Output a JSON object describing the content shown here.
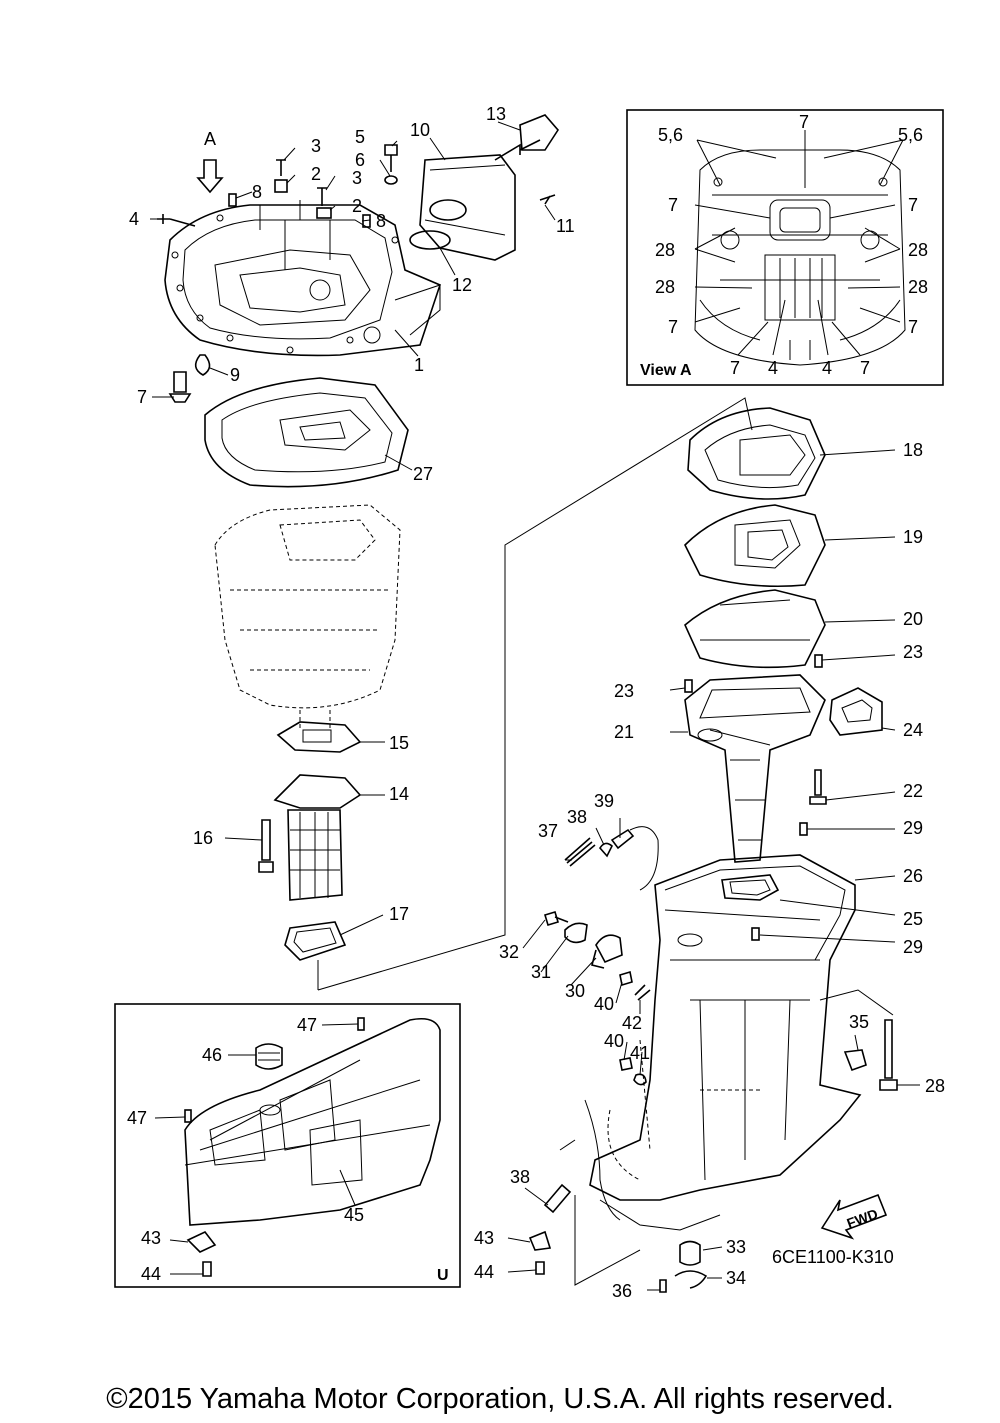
{
  "diagram": {
    "view_arrow_label": "A",
    "inset_view_a": {
      "title": "View A",
      "labels": {
        "a56_left": "5,6",
        "a56_right": "5,6",
        "a7_top": "7",
        "a7_l1": "7",
        "a7_r1": "7",
        "a28_l1": "28",
        "a28_r1": "28",
        "a28_l2": "28",
        "a28_r2": "28",
        "a7_l2": "7",
        "a7_r2": "7",
        "a7_b1": "7",
        "a4_b1": "4",
        "a4_b2": "4",
        "a7_b2": "7"
      }
    },
    "labels": {
      "p1": "1",
      "p2a": "2",
      "p2b": "2",
      "p3a": "3",
      "p3b": "3",
      "p4": "4",
      "p5": "5",
      "p6": "6",
      "p7": "7",
      "p8a": "8",
      "p8b": "8",
      "p9": "9",
      "p10": "10",
      "p11": "11",
      "p12": "12",
      "p13": "13",
      "p14": "14",
      "p15": "15",
      "p16": "16",
      "p17": "17",
      "p18": "18",
      "p19": "19",
      "p20": "20",
      "p21": "21",
      "p22": "22",
      "p23a": "23",
      "p23b": "23",
      "p24": "24",
      "p25": "25",
      "p26": "26",
      "p27": "27",
      "p28": "28",
      "p29a": "29",
      "p29b": "29",
      "p30": "30",
      "p31": "31",
      "p32": "32",
      "p33": "33",
      "p34": "34",
      "p35": "35",
      "p36": "36",
      "p37": "37",
      "p38a": "38",
      "p38b": "38",
      "p39": "39",
      "p40a": "40",
      "p40b": "40",
      "p41": "41",
      "p42": "42",
      "p43a": "43",
      "p43b": "43",
      "p44a": "44",
      "p44b": "44",
      "p45": "45",
      "p46": "46",
      "p47a": "47",
      "p47b": "47"
    },
    "variant_box_label": "U",
    "fwd_label": "FWD",
    "diagram_code": "6CE1100-K310"
  },
  "footer": {
    "copyright": "©2015 Yamaha Motor Corporation, U.S.A. All rights reserved."
  }
}
